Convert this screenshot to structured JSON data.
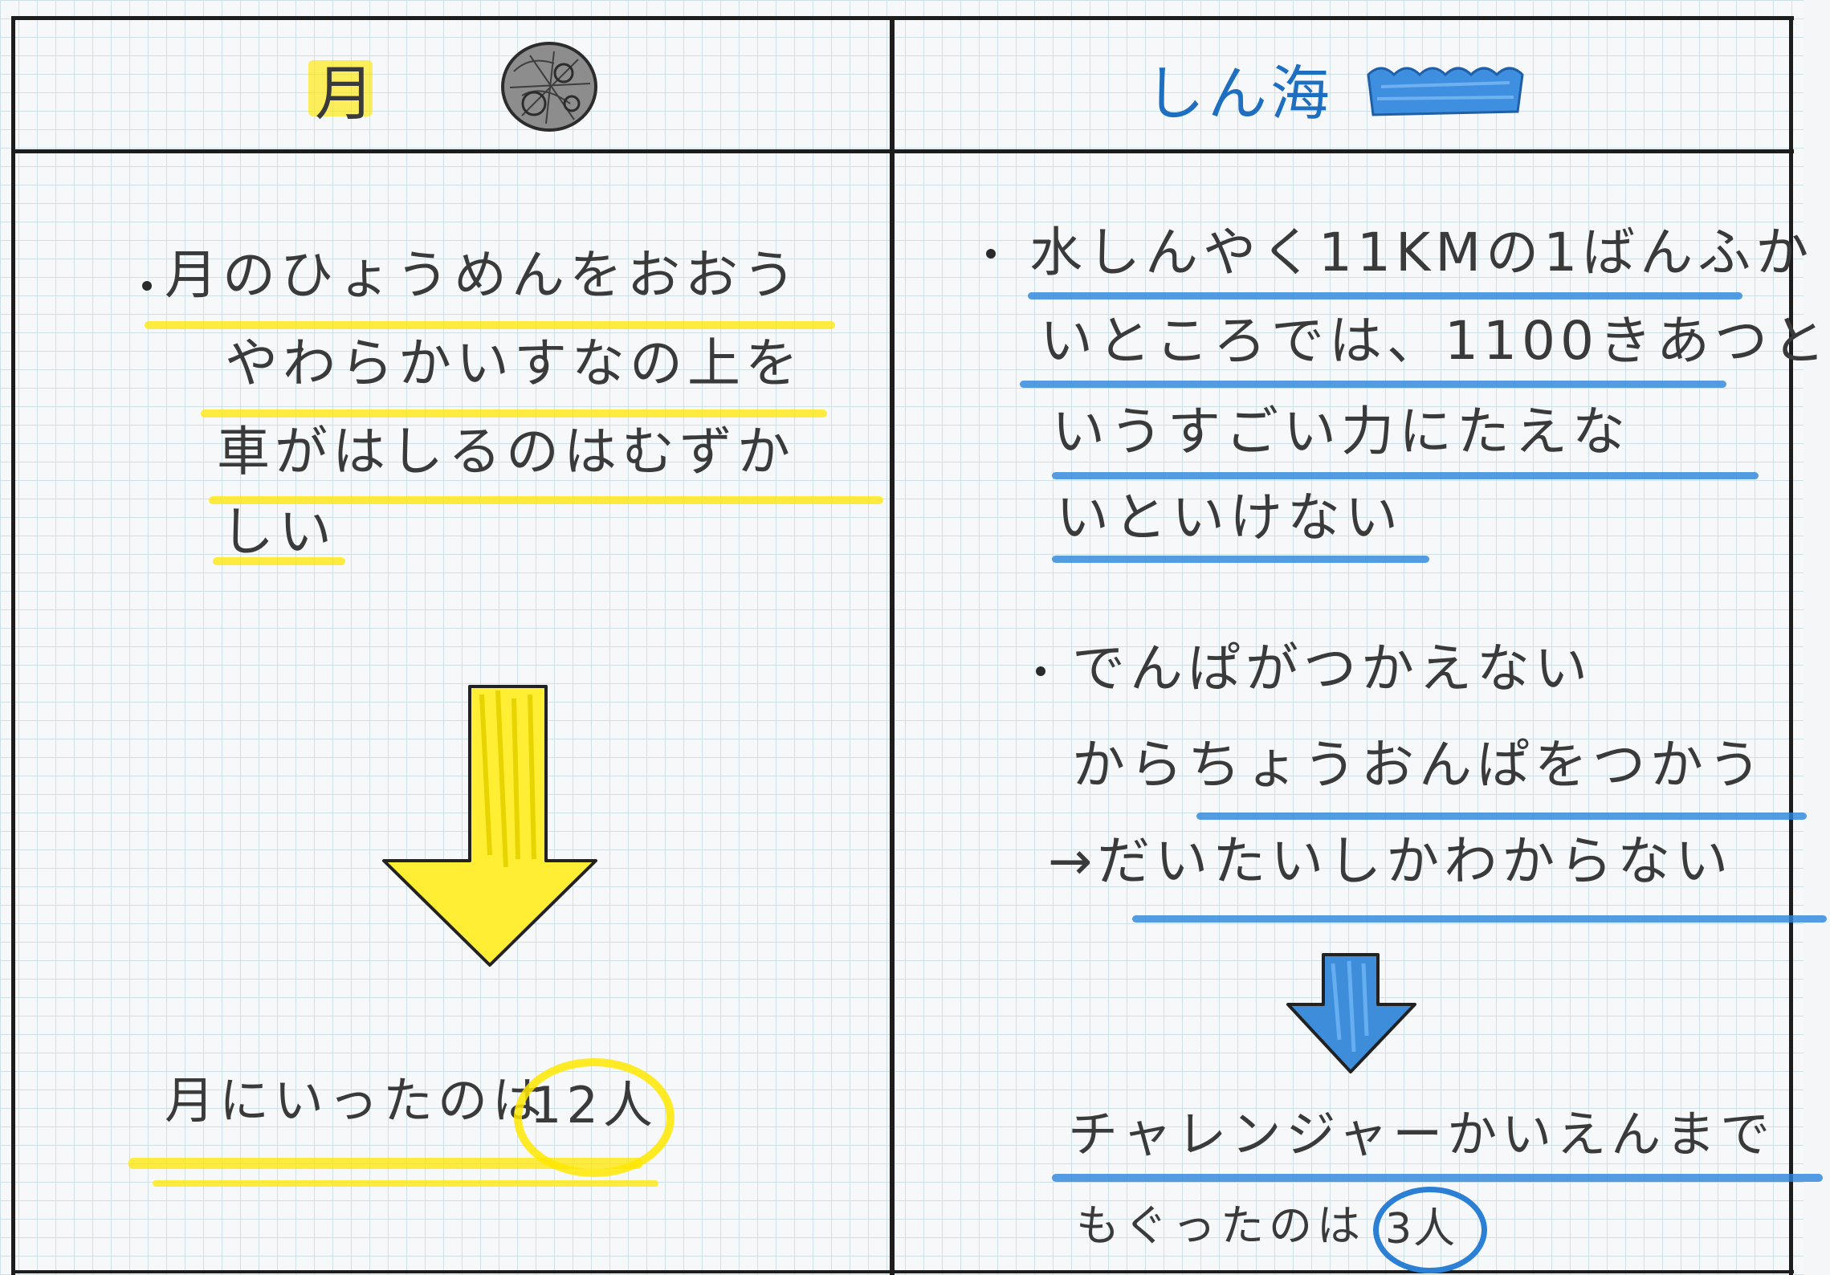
{
  "left": {
    "title": "月",
    "note_lines": [
      "月のひょうめんをおおう",
      "やわらかいすなの上を",
      "車がはしるのはむずか",
      "しい"
    ],
    "result": "月にいったのは",
    "count": "12人"
  },
  "right": {
    "title": "しん海",
    "note1_lines": [
      "水しんやく11KMの1ばんふか",
      "いところでは、1100きあつと",
      "いうすごい力にたえな",
      "いといけない"
    ],
    "note2_lines": [
      "でんぱがつかえない",
      "からちょうおんぱをつかう",
      "→だいたいしかわからない"
    ],
    "result_line1": "チャレンジャーかいえんまで",
    "result_line2": "もぐったのは",
    "count": "3人"
  },
  "colors": {
    "yellow_highlight": "#ffe800",
    "blue_highlight": "#2b84dc",
    "ink": "#3a3a3a",
    "frame": "#1d1d1d"
  },
  "icons": {
    "left_heading": "moon-icon",
    "right_heading": "wave-icon",
    "left_arrow": "arrow-down-yellow-icon",
    "right_arrow": "arrow-down-blue-icon"
  }
}
